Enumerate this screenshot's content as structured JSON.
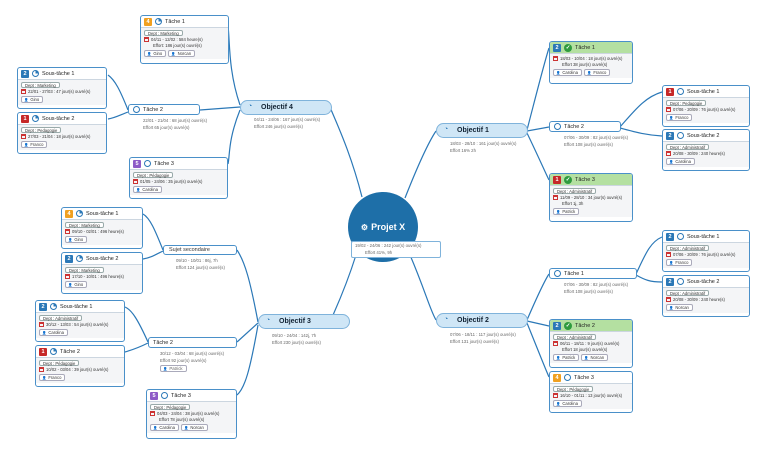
{
  "colors": {
    "link": "#2b78b7",
    "root": "#1e6fa8",
    "green_header": "#b4e0a1",
    "red": "#c62828",
    "blue": "#2b78b7",
    "orange": "#f0a020",
    "purple": "#8e5bc7"
  },
  "root": {
    "title": "Projet X",
    "icon": "gear-icon",
    "dates": "19/02 - 24/06 : 242 jour(s) ouvré(s)",
    "effort": "Effort 41%, 9h"
  },
  "objectives": [
    {
      "title": "Objectif 1",
      "dates": "18/03 - 28/10 : 161 jour(s) ouvré(s)",
      "effort": "Effort 16% 2h"
    },
    {
      "title": "Objectif 2",
      "dates": "07/06 - 18/11 : 117 jour(s) ouvré(s)",
      "effort": "Effort 131 jour(s) ouvré(s)"
    },
    {
      "title": "Objectif 3",
      "dates": "09/10 - 24/04 : 142j, 7h",
      "effort": "Effort 230 jour(s) ouvré(s)"
    },
    {
      "title": "Objectif 4",
      "dates": "04/11 - 24/06 : 167 jour(s) ouvré(s)",
      "effort": "Effort 246 jour(s) ouvré(s)"
    }
  ],
  "o4t1": {
    "num": "4",
    "title": "Tâche 1",
    "dept": "Dept : Marketing",
    "dates": "04/11 - 12/02 : 584 heure(s)",
    "effort": "Effort: 186 jour(s) ouvré(s)",
    "people": [
      "Gino",
      "Norcan"
    ]
  },
  "o4t2": {
    "title": "Tâche 2",
    "dates": "22/01 - 21/04 : 68 jour(s) ouvré(s)",
    "effort": "Effort 65 jour(s) ouvré(s)"
  },
  "o4s1": {
    "num": "2",
    "title": "Sous-tâche 1",
    "dept": "Dept : Marketing",
    "dates": "22/01 - 27/03 : 47 jour(s) ouvré(s)",
    "people": [
      "Gino"
    ]
  },
  "o4s2": {
    "num": "1",
    "title": "Sous-tâche 2",
    "dept": "Dept : Pedagogie",
    "dates": "27/03 - 21/04 : 18 jour(s) ouvré(s)",
    "people": [
      "Franco"
    ]
  },
  "o4t3": {
    "num": "5",
    "title": "Tâche 3",
    "dept": "Dept : Pédagogie",
    "dates": "01/05 - 24/06 : 35 jour(s) ouvré(s)",
    "people": [
      "Carolina"
    ]
  },
  "o1t1": {
    "num": "2",
    "title": "Tâche 1",
    "dates": "18/03 - 10/04 : 18 jour(s) ouvré(s)",
    "effort": "Effort 38 jour(s) ouvré(s)",
    "people": [
      "Carolina",
      "Franco"
    ]
  },
  "o1t2": {
    "title": "Tâche 2",
    "dates": "07/06 - 30/09 : 82 jour(s) ouvré(s)",
    "effort": "Effort 108 jour(s) ouvré(s)"
  },
  "o1s1": {
    "num": "1",
    "title": "Sous-tâche 1",
    "dept": "Dept : Pedagogie",
    "dates": "07/06 - 20/09 : 76 jour(s) ouvré(s)",
    "people": [
      "Franco"
    ]
  },
  "o1s2": {
    "num": "2",
    "title": "Sous-tâche 2",
    "dept": "Dept : Administratif",
    "dates": "20/08 - 30/09 : 240 heure(s)",
    "people": [
      "Carolina"
    ]
  },
  "o1t3": {
    "num": "1",
    "title": "Tâche 3",
    "dept": "Dept : Administratif",
    "dates": "11/09 - 28/10 : 34 jour(s) ouvré(s)",
    "effort": "Effort 1j, 3h",
    "people": [
      "Patrick"
    ]
  },
  "o2t1": {
    "title": "Tâche 1",
    "dates": "07/06 - 30/09 : 82 jour(s) ouvré(s)",
    "effort": "Effort 108 jour(s) ouvré(s)"
  },
  "o2s1": {
    "num": "2",
    "title": "Sous-tâche 1",
    "dept": "Dept : Administratif",
    "dates": "07/06 - 20/09 : 76 jour(s) ouvré(s)",
    "people": [
      "Franco"
    ]
  },
  "o2s2": {
    "num": "2",
    "title": "Sous-tâche 2",
    "dept": "Dept : Administratif",
    "dates": "20/08 - 30/09 : 240 heure(s)",
    "people": [
      "Norcan"
    ]
  },
  "o2t2": {
    "num": "2",
    "title": "Tâche 2",
    "dept": "Dept : Administratif",
    "dates": "06/11 - 18/11 : 9 jour(s) ouvré(s)",
    "effort": "Effort 18 jour(s) ouvré(s)",
    "people": [
      "Patrick",
      "Norcan"
    ]
  },
  "o2t3": {
    "num": "4",
    "title": "Tâche 3",
    "dept": "Dept : Pédagogie",
    "dates": "16/10 - 01/11 : 13 jour(s) ouvré(s)",
    "people": [
      "Carolina"
    ]
  },
  "sujet": {
    "title": "Sujet secondaire",
    "dates": "09/10 - 10/01 : 86j, 7h",
    "effort": "Effort 124 jour(s) ouvré(s)"
  },
  "o3a1": {
    "num": "4",
    "title": "Sous-tâche 1",
    "dept": "Dept : Marketing",
    "dates": "09/10 - 02/01 : 496 heure(s)",
    "people": [
      "Gino"
    ]
  },
  "o3a2": {
    "num": "2",
    "title": "Sous-tâche 2",
    "dept": "Dept : Marketing",
    "dates": "17/10 - 10/01 : 496 heure(s)",
    "people": [
      "Gino"
    ]
  },
  "o3b1": {
    "num": "2",
    "title": "Sous-tâche 1",
    "dept": "Dept : Administratif",
    "dates": "30/12 - 13/03 : 54 jour(s) ouvré(s)",
    "people": [
      "Carolina"
    ]
  },
  "o3b2": {
    "num": "1",
    "title": "Tâche 2",
    "dept": "Dept : Pédagogie",
    "dates": "10/02 - 03/04 : 39 jour(s) ouvré(s)",
    "people": [
      "Franco"
    ]
  },
  "o3t2": {
    "title": "Tâche 2",
    "dates": "30/12 - 03/04 : 68 jour(s) ouvré(s)",
    "effort": "Effort 92 jour(s) ouvré(s)",
    "people": [
      "Patrick"
    ]
  },
  "o3t3": {
    "num": "5",
    "title": "Tâche 3",
    "dept": "Dept : Pédagogie",
    "dates": "04/03 - 24/04 : 38 jour(s) ouvré(s)",
    "effort": "Effort 78 jour(s) ouvré(s)",
    "people": [
      "Carolina",
      "Norcan"
    ]
  }
}
